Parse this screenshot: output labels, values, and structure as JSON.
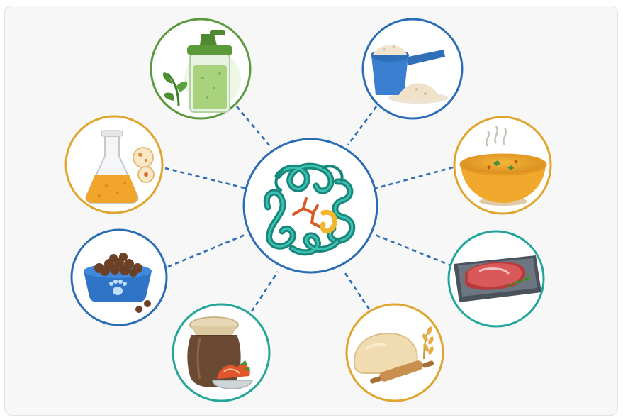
{
  "diagram": {
    "center": {
      "icon": "enzyme-protein-structure-icon",
      "ring_color": "#2a6db5"
    },
    "line_color": "#2a6db5",
    "nodes": [
      {
        "id": "green-protein-shake",
        "icon": "protein-shaker-bottle-icon",
        "ring_color": "#5b9a3c"
      },
      {
        "id": "protein-powder",
        "icon": "protein-powder-scoop-icon",
        "ring_color": "#2a6db5"
      },
      {
        "id": "fermentation-flask",
        "icon": "lab-flask-with-microbes-icon",
        "ring_color": "#e0a52e"
      },
      {
        "id": "soup-bowl",
        "icon": "soup-bowl-icon",
        "ring_color": "#e0a52e"
      },
      {
        "id": "pet-food",
        "icon": "pet-food-bowl-icon",
        "ring_color": "#2a6db5"
      },
      {
        "id": "raw-meat",
        "icon": "raw-steak-tray-icon",
        "ring_color": "#23a59a"
      },
      {
        "id": "fermented-kimchi",
        "icon": "fermentation-jar-kimchi-icon",
        "ring_color": "#23a59a"
      },
      {
        "id": "bread-dough",
        "icon": "dough-rolling-pin-wheat-icon",
        "ring_color": "#e0a52e"
      }
    ]
  }
}
